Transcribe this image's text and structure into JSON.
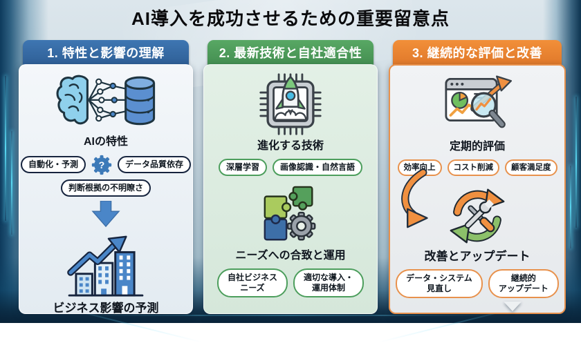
{
  "title": "AI導入を成功させるための重要留意点",
  "colors": {
    "col1_header": "#35689F",
    "col2_header": "#4C9E5C",
    "col3_header": "#EE8434",
    "pill_border_dark": "#16243E",
    "pill_border_green": "#4C9E5C",
    "pill_border_orange": "#E8914C",
    "arrow_blue": "#4A86C8",
    "accent_orange": "#F09040",
    "accent_green": "#8CC06A"
  },
  "columns": [
    {
      "header": "1. 特性と影響の理解",
      "icon1": "brain-network-database-icon",
      "caption1": "AIの特性",
      "tag1": "自動化・予測",
      "gear_question": "?",
      "tag2": "データ品質依存",
      "tag3": "判断根拠の不明瞭さ",
      "icon2": "buildings-growth-arrow-icon",
      "caption2": "ビジネス影響の予測"
    },
    {
      "header": "2. 最新技術と自社適合性",
      "icon1": "chip-rocket-icon",
      "caption1": "進化する技術",
      "tag1": "深層学習",
      "tag2": "画像認識・自然言語",
      "icon2": "puzzle-gear-icon",
      "caption2": "ニーズへの合致と運用",
      "tag3": "自社ビジネス\nニーズ",
      "tag4": "適切な導入・\n運用体制"
    },
    {
      "header": "3. 継続的な評価と改善",
      "icon1": "dashboard-magnifier-icon",
      "caption1": "定期的評価",
      "tag1": "効率向上",
      "tag2": "コスト削減",
      "tag3": "顧客満足度",
      "icon2": "cycle-tools-icon",
      "caption2": "改善とアップデート",
      "tag4": "データ・システム\n見直し",
      "tag5": "継続的\nアップデート"
    }
  ]
}
